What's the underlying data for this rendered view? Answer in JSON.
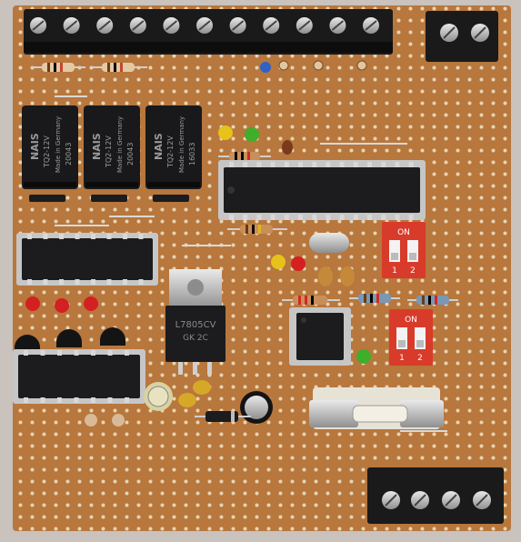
{
  "relays": [
    {
      "brand": "NAIS",
      "model": "TQ2-12V",
      "origin": "Made in Germany",
      "code": "20043"
    },
    {
      "brand": "NAIS",
      "model": "TQ2-12V",
      "origin": "Made in Germany",
      "code": "20043"
    },
    {
      "brand": "NAIS",
      "model": "TQ2-12V",
      "origin": "Made in Germany",
      "code": "16033"
    }
  ],
  "regulator": {
    "line1": "L7805CV",
    "line2": "GK 2C"
  },
  "dip_switches": [
    {
      "on_label": "ON",
      "pos1": "1",
      "pos2": "2"
    },
    {
      "on_label": "ON",
      "pos1": "1",
      "pos2": "2"
    }
  ],
  "colors": {
    "board": "#b7773d",
    "board_dark": "#a8692f",
    "hole": "#e8d3b4",
    "terminal": "#1a1a1a",
    "chip": "#1c1c1e",
    "dip_red": "#d83b2a",
    "led_red": "#d42020",
    "led_yellow": "#e6c21a",
    "led_green": "#3fae2a",
    "led_blue": "#2f62c6"
  }
}
